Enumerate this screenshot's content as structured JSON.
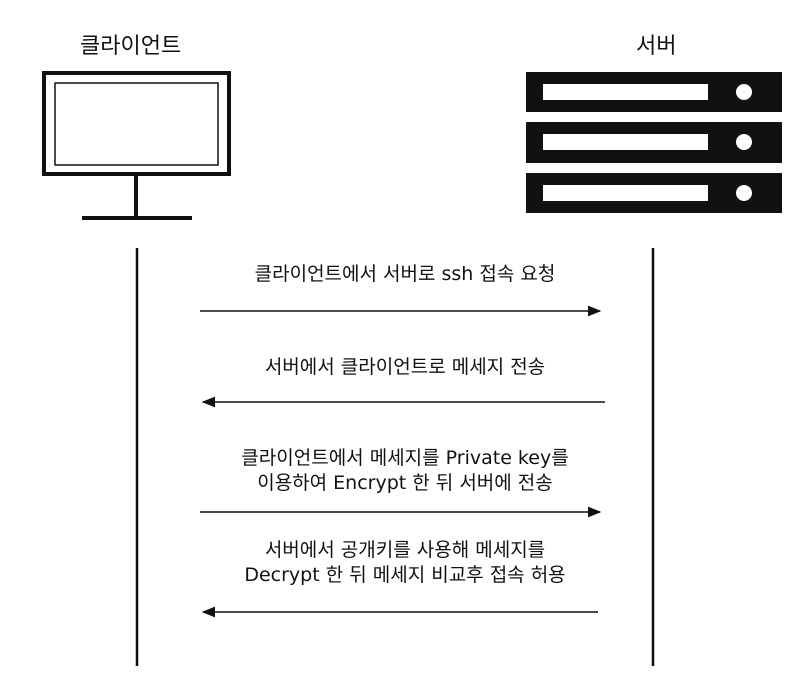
{
  "actors": {
    "client": "클라이언트",
    "server": "서버"
  },
  "messages": [
    {
      "direction": "client-to-server",
      "lines": [
        "클라이언트에서 서버로 ssh 접속 요청"
      ]
    },
    {
      "direction": "server-to-client",
      "lines": [
        "서버에서 클라이언트로 메세지 전송"
      ]
    },
    {
      "direction": "client-to-server",
      "lines": [
        "클라이언트에서 메세지를 Private key를",
        "이용하여 Encrypt 한 뒤 서버에 전송"
      ]
    },
    {
      "direction": "server-to-client",
      "lines": [
        "서버에서 공개키를 사용해 메세지를",
        "Decrypt 한 뒤 메세지 비교후 접속 허용"
      ]
    }
  ],
  "colors": {
    "stroke": "#111111",
    "server_body": "#111111",
    "server_slot": "#ffffff",
    "background": "#ffffff"
  },
  "icons": {
    "client": "monitor-icon",
    "server": "server-rack-icon"
  }
}
